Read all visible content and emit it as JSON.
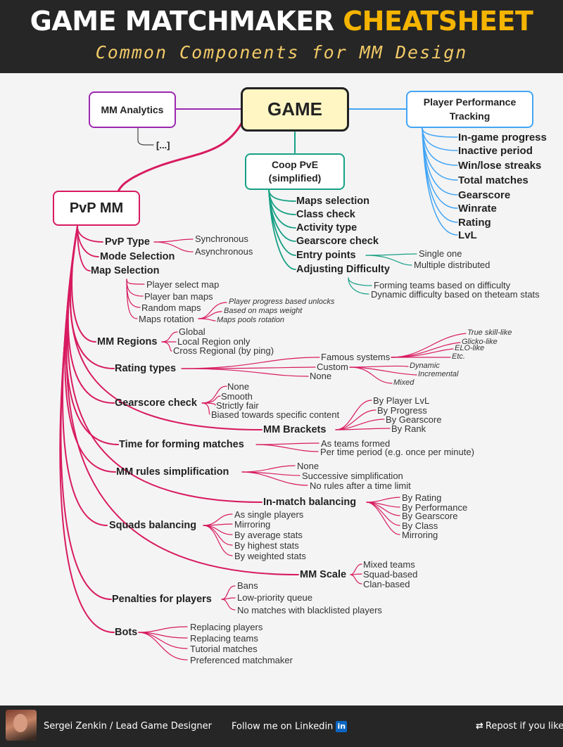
{
  "header": {
    "title_main": "GAME MATCHMAKER",
    "title_accent": "CHEATSHEET",
    "subtitle": "Common Components for MM Design"
  },
  "colors": {
    "pvp": "#d81b60",
    "analytics": "#9c27b0",
    "coop": "#16a085",
    "perf": "#42a5f5",
    "game_fill": "#fff6c4",
    "accent": "#f5b400"
  },
  "nodes": {
    "game": "GAME",
    "analytics": "MM Analytics",
    "analytics_more": "[...]",
    "coop": "Coop PvE (simplified)",
    "perf": "Player Performance Tracking",
    "pvp": "PvP MM"
  },
  "perf": {
    "items": [
      "In-game progress",
      "Inactive period",
      "Win/lose streaks",
      "Total matches",
      "Gearscore",
      "Winrate",
      "Rating",
      "LvL"
    ]
  },
  "coop": {
    "items": [
      "Maps selection",
      "Class check",
      "Activity type",
      "Gearscore check",
      "Entry points",
      "Adjusting Difficulty"
    ],
    "entry_points": [
      "Single one",
      "Multiple distributed"
    ],
    "difficulty": [
      "Forming teams based on difficulty",
      "Dynamic difficulty based on theteam stats"
    ]
  },
  "pvp": {
    "type": "PvP Type",
    "type_opts": [
      "Synchronous",
      "Asynchronous"
    ],
    "mode": "Mode Selection",
    "map": "Map Selection",
    "map_opts": [
      "Player select map",
      "Player ban maps",
      "Random maps",
      "Maps rotation"
    ],
    "rotation_opts": [
      "Player progress based unlocks",
      "Based on maps weight",
      "Maps pools rotation"
    ],
    "regions": "MM Regions",
    "region_opts": [
      "Global",
      "Local Region only",
      "Cross Regional (by ping)"
    ],
    "rating": "Rating types",
    "rating_opts": [
      "Famous systems",
      "Custom",
      "None"
    ],
    "famous": [
      "True skill-like",
      "Glicko-like",
      "ELO-like",
      "Etc."
    ],
    "custom": [
      "Dynamic",
      "Incremental",
      "Mixed"
    ],
    "gear": "Gearscore check",
    "gear_opts": [
      "None",
      "Smooth",
      "Strictly fair",
      "Biased towards specific content"
    ],
    "brackets": "MM Brackets",
    "bracket_opts": [
      "By Player LvL",
      "By Progress",
      "By Gearscore",
      "By Rank"
    ],
    "time": "Time for forming matches",
    "time_opts": [
      "As teams formed",
      "Per time period (e.g. once per minute)"
    ],
    "rules": "MM rules simplification",
    "rules_opts": [
      "None",
      "Successive simplification",
      "No rules after a time limit"
    ],
    "inmatch": "In-match balancing",
    "inmatch_opts": [
      "By Rating",
      "By Performance",
      "By Gearscore",
      "By Class",
      "Mirroring"
    ],
    "squads": "Squads balancing",
    "squads_opts": [
      "As single players",
      "Mirroring",
      "By average stats",
      "By highest stats",
      "By weighted stats"
    ],
    "scale": "MM Scale",
    "scale_opts": [
      "Mixed teams",
      "Squad-based",
      "Clan-based"
    ],
    "penalties": "Penalties for players",
    "penalty_opts": [
      "Bans",
      "Low-priority queue",
      "No matches with blacklisted players"
    ],
    "bots": "Bots",
    "bot_opts": [
      "Replacing players",
      "Replacing teams",
      "Tutorial matches",
      "Preferenced matchmaker"
    ]
  },
  "footer": {
    "author": "Sergei Zenkin / Lead Game Designer",
    "follow": "Follow me on Linkedin",
    "linkedin_icon": "in",
    "repost_icon": "⇄",
    "repost": "Repost if you like!"
  }
}
